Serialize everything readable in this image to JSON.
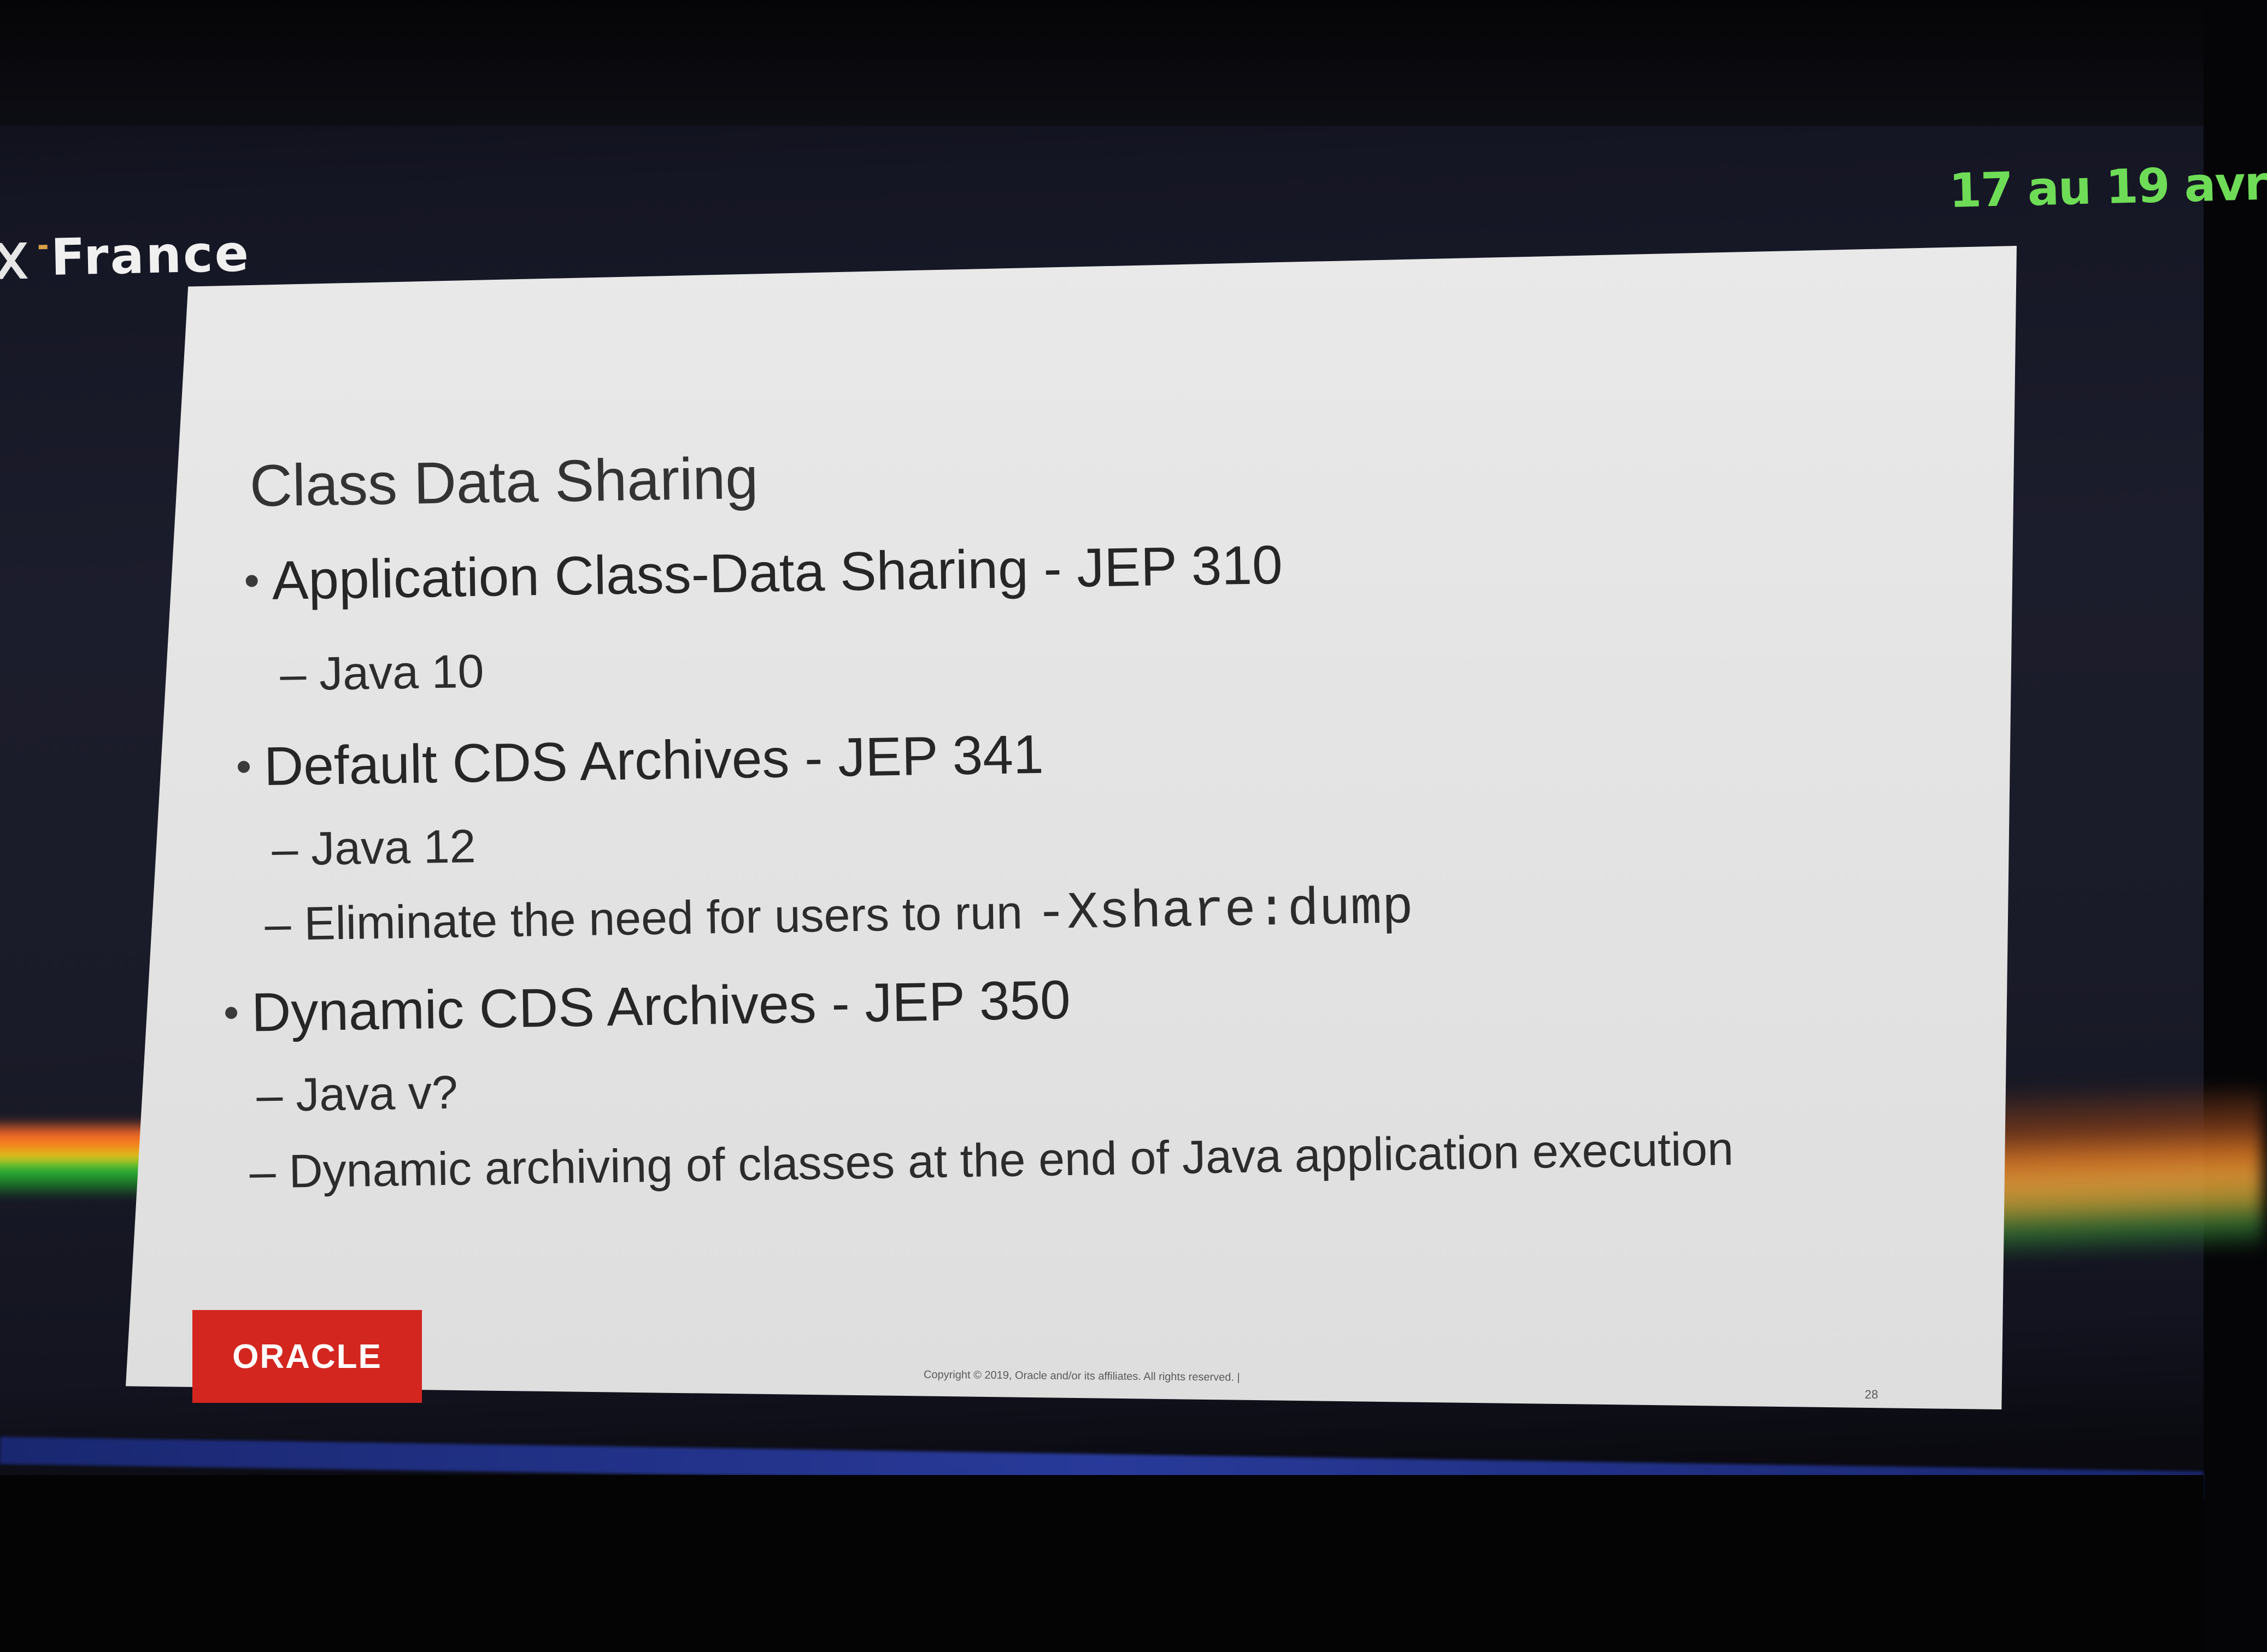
{
  "event": {
    "name": "France",
    "dates": "17 au 19 avr"
  },
  "slide": {
    "title": "Class Data Sharing",
    "bullets": [
      {
        "text": "Application Class-Data Sharing - JEP 310",
        "subs": [
          "Java 10"
        ]
      },
      {
        "text": "Default CDS Archives - JEP 341",
        "subs": [
          "Java 12",
          "Eliminate the need for users to run "
        ],
        "code": "-Xshare:dump"
      },
      {
        "text": "Dynamic CDS Archives - JEP 350",
        "subs": [
          "Java v?",
          "Dynamic archiving of classes at the end of Java application execution"
        ]
      }
    ],
    "logo": "ORACLE",
    "copyright": "Copyright © 2019, Oracle and/or its affiliates. All rights reserved. |",
    "page_number": "28"
  },
  "colors": {
    "slide_background": "#e6e6e6",
    "oracle_red": "#d3261f",
    "event_date_green": "#6fdc57",
    "slide_text": "#2b2b2b"
  }
}
